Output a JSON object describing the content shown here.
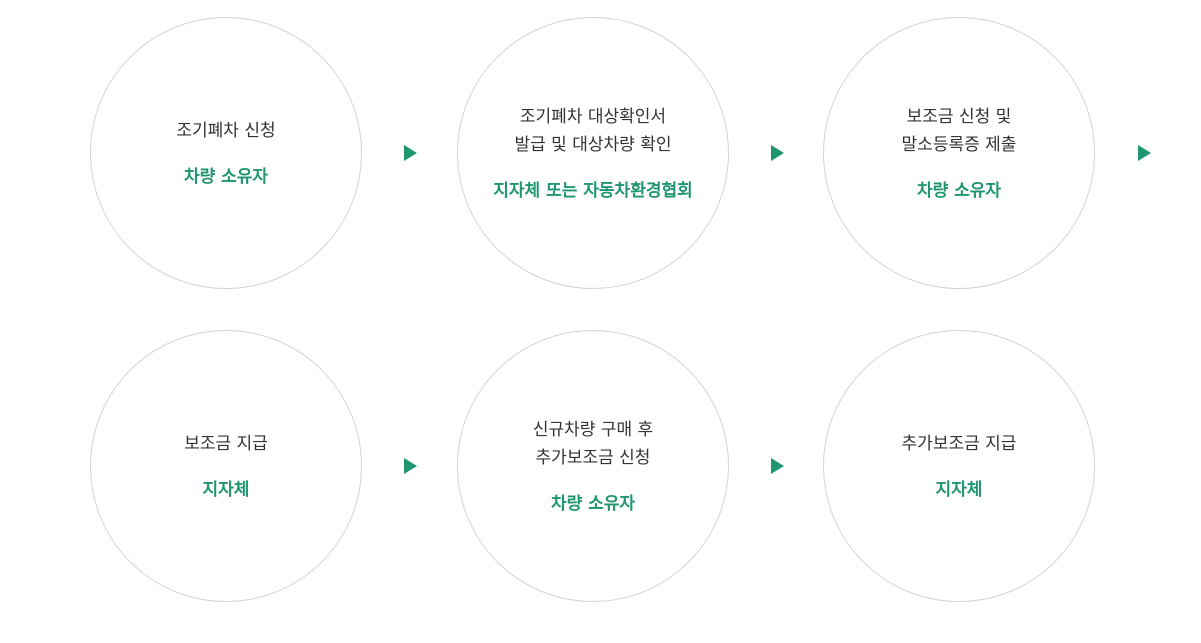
{
  "colors": {
    "accent": "#1f9670",
    "text": "#333333",
    "circle_border": "#d4d4d4",
    "background": "#ffffff"
  },
  "steps": [
    {
      "title": "조기폐차 신청",
      "actor": "차량 소유자"
    },
    {
      "title": "조기폐차 대상확인서\n발급 및 대상차량 확인",
      "actor": "지자체 또는 자동차환경협회"
    },
    {
      "title": "보조금 신청 및\n말소등록증 제출",
      "actor": "차량 소유자"
    },
    {
      "title": "보조금 지급",
      "actor": "지자체"
    },
    {
      "title": "신규차량 구매 후\n추가보조금 신청",
      "actor": "차량 소유자"
    },
    {
      "title": "추가보조금 지급",
      "actor": "지자체"
    }
  ],
  "arrow_icon": "triangle-right-icon"
}
